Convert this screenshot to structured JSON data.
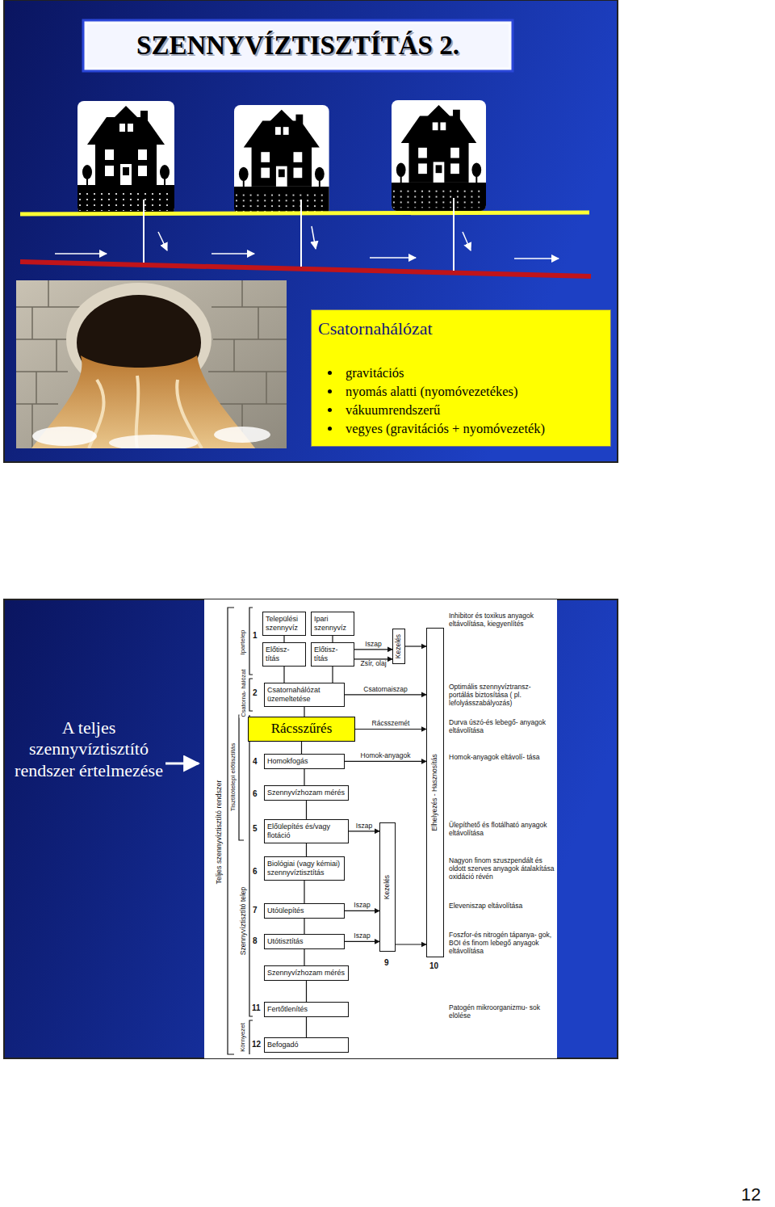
{
  "diagram": {
    "title": "SZENNYVÍZTISZTÍTÁS 2.",
    "nodes": [
      {
        "text": [
          "Csatornahálózat",
          "gravitációs",
          "nyomás alatti (nyomóvezetékes)",
          "vákuumrendszerű",
          "vegyes (gravitációs + nyomóvezeték)"
        ]
      },
      {
        "text": [
          "Települési szennyvíz"
        ]
      },
      {
        "text": [
          "Ipari szennyvíz"
        ]
      },
      {
        "text": [
          "Előtisz- títás"
        ]
      },
      {
        "text": [
          "Előtisz- títás"
        ]
      },
      {
        "text": [
          "Kezelés"
        ]
      },
      {
        "text": [
          "Csatornahálózat üzemeltetése"
        ]
      },
      {
        "text": [
          "Elhelyezés - Hasznosítás"
        ]
      },
      {
        "text": [
          "Rácsszűrés"
        ]
      },
      {
        "text": [
          "Homokfogás"
        ]
      },
      {
        "text": [
          "Szennyvízhozam mérés"
        ]
      },
      {
        "text": [
          "Előülepítés és/vagy flotáció"
        ]
      },
      {
        "text": [
          "Kezelés"
        ]
      },
      {
        "text": [
          "Biológiai (vagy kémiai) szennyvíztisztítás"
        ]
      },
      {
        "text": [
          "Utóülepítés"
        ]
      },
      {
        "text": [
          "Utótisztítás"
        ]
      },
      {
        "text": [
          "Szennyvízhozam mérés"
        ]
      },
      {
        "text": [
          "Fertőtlenítés"
        ]
      },
      {
        "text": [
          "Befogadó"
        ]
      }
    ],
    "edges": [
      {
        "from": 1,
        "to": 3,
        "arrow": "none"
      },
      {
        "from": 2,
        "to": 4,
        "arrow": "none"
      },
      {
        "from": 3,
        "to": 6,
        "arrow": "none"
      },
      {
        "from": 4,
        "to": 6,
        "arrow": "none"
      },
      {
        "from": 6,
        "to": 8,
        "arrow": "none"
      },
      {
        "from": 8,
        "to": 9,
        "arrow": "none"
      },
      {
        "from": 9,
        "to": 10,
        "arrow": "none"
      },
      {
        "from": 10,
        "to": 11,
        "arrow": "none"
      },
      {
        "from": 11,
        "to": 13,
        "arrow": "none"
      },
      {
        "from": 13,
        "to": 14,
        "arrow": "none"
      },
      {
        "from": 14,
        "to": 15,
        "arrow": "none"
      },
      {
        "from": 15,
        "to": 16,
        "arrow": "none"
      },
      {
        "from": 16,
        "to": 17,
        "arrow": "none"
      },
      {
        "from": 17,
        "to": 18,
        "arrow": "none"
      },
      {
        "from": 4,
        "to": 5,
        "label": "Iszap",
        "arrow": "to"
      },
      {
        "from": 4,
        "to": 5,
        "label": "Zsír, olaj",
        "arrow": "to"
      },
      {
        "from": 5,
        "to": 7,
        "arrow": "to"
      },
      {
        "from": 6,
        "to": 7,
        "label": "Csatornaiszap",
        "arrow": "to"
      },
      {
        "from": 8,
        "to": 7,
        "label": "Rácsszemét",
        "arrow": "to"
      },
      {
        "from": 9,
        "to": 7,
        "label": "Homok-anyagok",
        "arrow": "to"
      },
      {
        "from": 11,
        "to": 12,
        "label": "Iszap",
        "arrow": "to"
      },
      {
        "from": 14,
        "to": 12,
        "label": "Iszap",
        "arrow": "to"
      },
      {
        "from": 15,
        "to": 12,
        "label": "Iszap",
        "arrow": "to"
      },
      {
        "from": 12,
        "to": 7,
        "arrow": "to"
      }
    ],
    "labels": [
      "A teljes szennyvíztisztító rendszer értelmezése",
      "Ipartelep",
      "Csatorna- hálózat",
      "Teljes szennyvíztisztító rendszer",
      "Tisztítótelepi előtisztítás",
      "Szennyvíztisztító telep",
      "Környezet",
      "1",
      "2",
      "4",
      "6",
      "5",
      "6",
      "7",
      "8",
      "9",
      "10",
      "11",
      "12",
      "Inhibitor és toxikus anyagok eltávolítása, kiegyenlítés",
      "Optimális szennyvíztransz- portálás biztosítása ( pl. lefolyásszabályozás)",
      "Durva úszó-és lebegő- anyagok eltávolítása",
      "Homok-anyagok eltávolí- tása",
      "Ülepíthető és flotálható anyagok eltávolítása",
      "Nagyon finom szuszpendált és oldott szerves anyagok átalakítása oxidáció révén",
      "Eleveniszap eltávolítása",
      "Foszfor-és nitrogén tápanya- gok, BOI és finom lebegő anyagok eltávolítása",
      "Patogén mikroorganizmu- sok elölése",
      "12"
    ]
  }
}
